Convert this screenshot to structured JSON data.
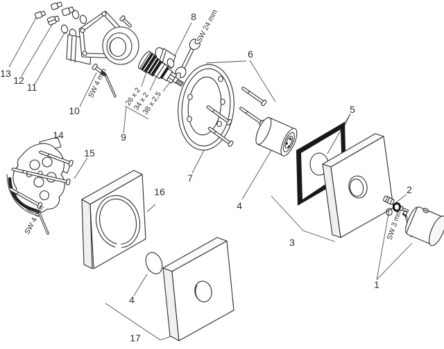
{
  "diagram": {
    "callouts": {
      "n1": "1",
      "n2": "2",
      "n3": "3",
      "n4a": "4",
      "n4b": "4",
      "n5": "5",
      "n6": "6",
      "n7": "7",
      "n8": "8",
      "n9": "9",
      "n10": "10",
      "n11": "11",
      "n12": "12",
      "n13": "13",
      "n14": "14",
      "n15": "15",
      "n16": "16",
      "n17": "17"
    },
    "tool_sizes": {
      "wrench": "SW 24 mm",
      "hex_key_valve": "SW 4 mm",
      "hex_key_bracket": "SW 4 mm",
      "hex_key_handle": "SW 3 mm"
    },
    "oring_sizes": {
      "s1": "26 x 2",
      "s2": "34 x 2",
      "s3": "38 x 2,5"
    },
    "colors": {
      "line": "#2b2b2b",
      "background": "#ffffff"
    }
  }
}
